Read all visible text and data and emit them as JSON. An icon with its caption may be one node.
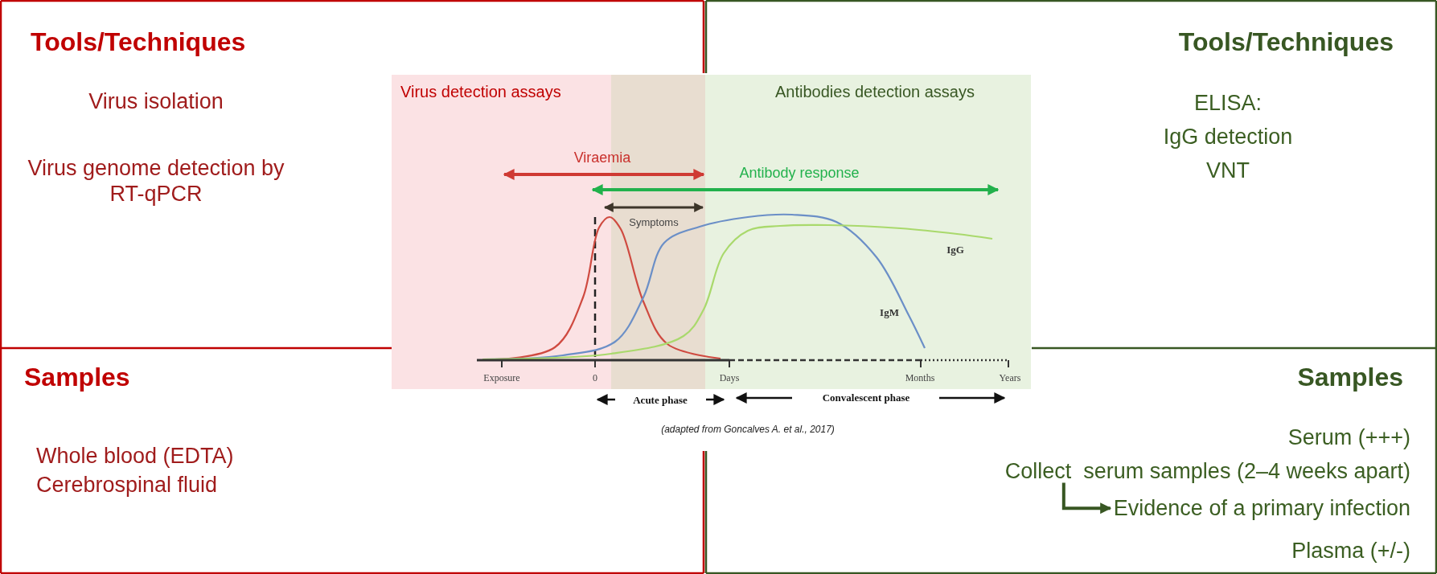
{
  "diagram": {
    "nodes": [
      {
        "text": [
          "Tools/Techniques",
          "Virus isolation",
          "Virus genome detection by RT-qPCR"
        ]
      },
      {
        "text": [
          "Tools/Techniques",
          "ELISA:",
          "IgG detection",
          "VNT"
        ]
      },
      {
        "text": [
          "Samples",
          "Whole blood (EDTA)",
          "Cerebrospinal fluid"
        ]
      },
      {
        "text": [
          "Samples",
          "Serum (+++)",
          "Plasma (+/-)"
        ]
      },
      {
        "text": [
          "Collect  serum samples (2–4 weeks apart)"
        ],
        "in": 3
      },
      {
        "text": [
          "Evidence of a primary infection"
        ],
        "in": 3
      }
    ],
    "edges": [
      {
        "from": 4,
        "to": 5,
        "arrow": "to"
      }
    ],
    "labels": [
      "Virus detection assays",
      "Antibodies detection assays",
      "Viraemia",
      "Antibody response",
      "Symptoms",
      "IgG",
      "IgM",
      "Exposure",
      "0",
      "Days",
      "Months",
      "Years",
      "Acute phase",
      "Convalescent phase",
      "(adapted from Goncalves A. et al., 2017)"
    ]
  }
}
